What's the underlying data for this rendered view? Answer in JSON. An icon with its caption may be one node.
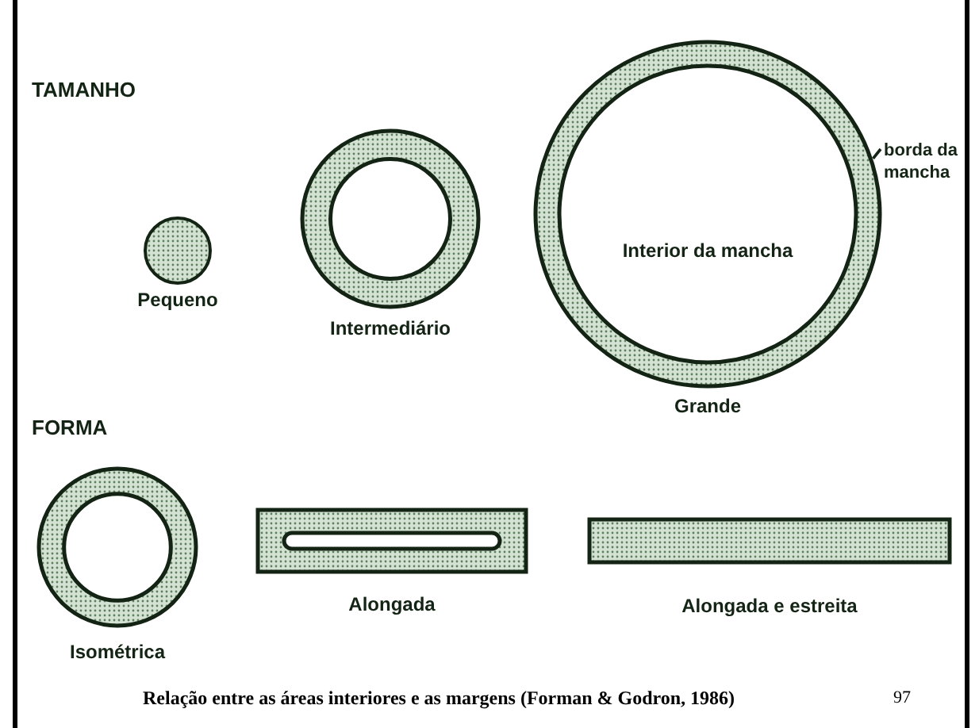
{
  "diagram": {
    "caption": "Relação entre as áreas interiores e as margens (Forman & Godron, 1986)",
    "nodes": [
      {
        "text": [
          "Pequeno"
        ]
      },
      {
        "text": [
          "Intermediário"
        ]
      },
      {
        "text": [
          "Interior da mancha",
          "Grande"
        ]
      },
      {
        "text": [
          "borda da mancha"
        ]
      },
      {
        "text": [
          "Isométrica"
        ]
      },
      {
        "text": [
          "Alongada"
        ]
      },
      {
        "text": [
          "Alongada e estreita"
        ]
      }
    ],
    "edges": [
      {
        "from": 3,
        "to": 2,
        "arrow": "none"
      }
    ],
    "labels": [
      "TAMANHO",
      "FORMA",
      "97"
    ]
  }
}
